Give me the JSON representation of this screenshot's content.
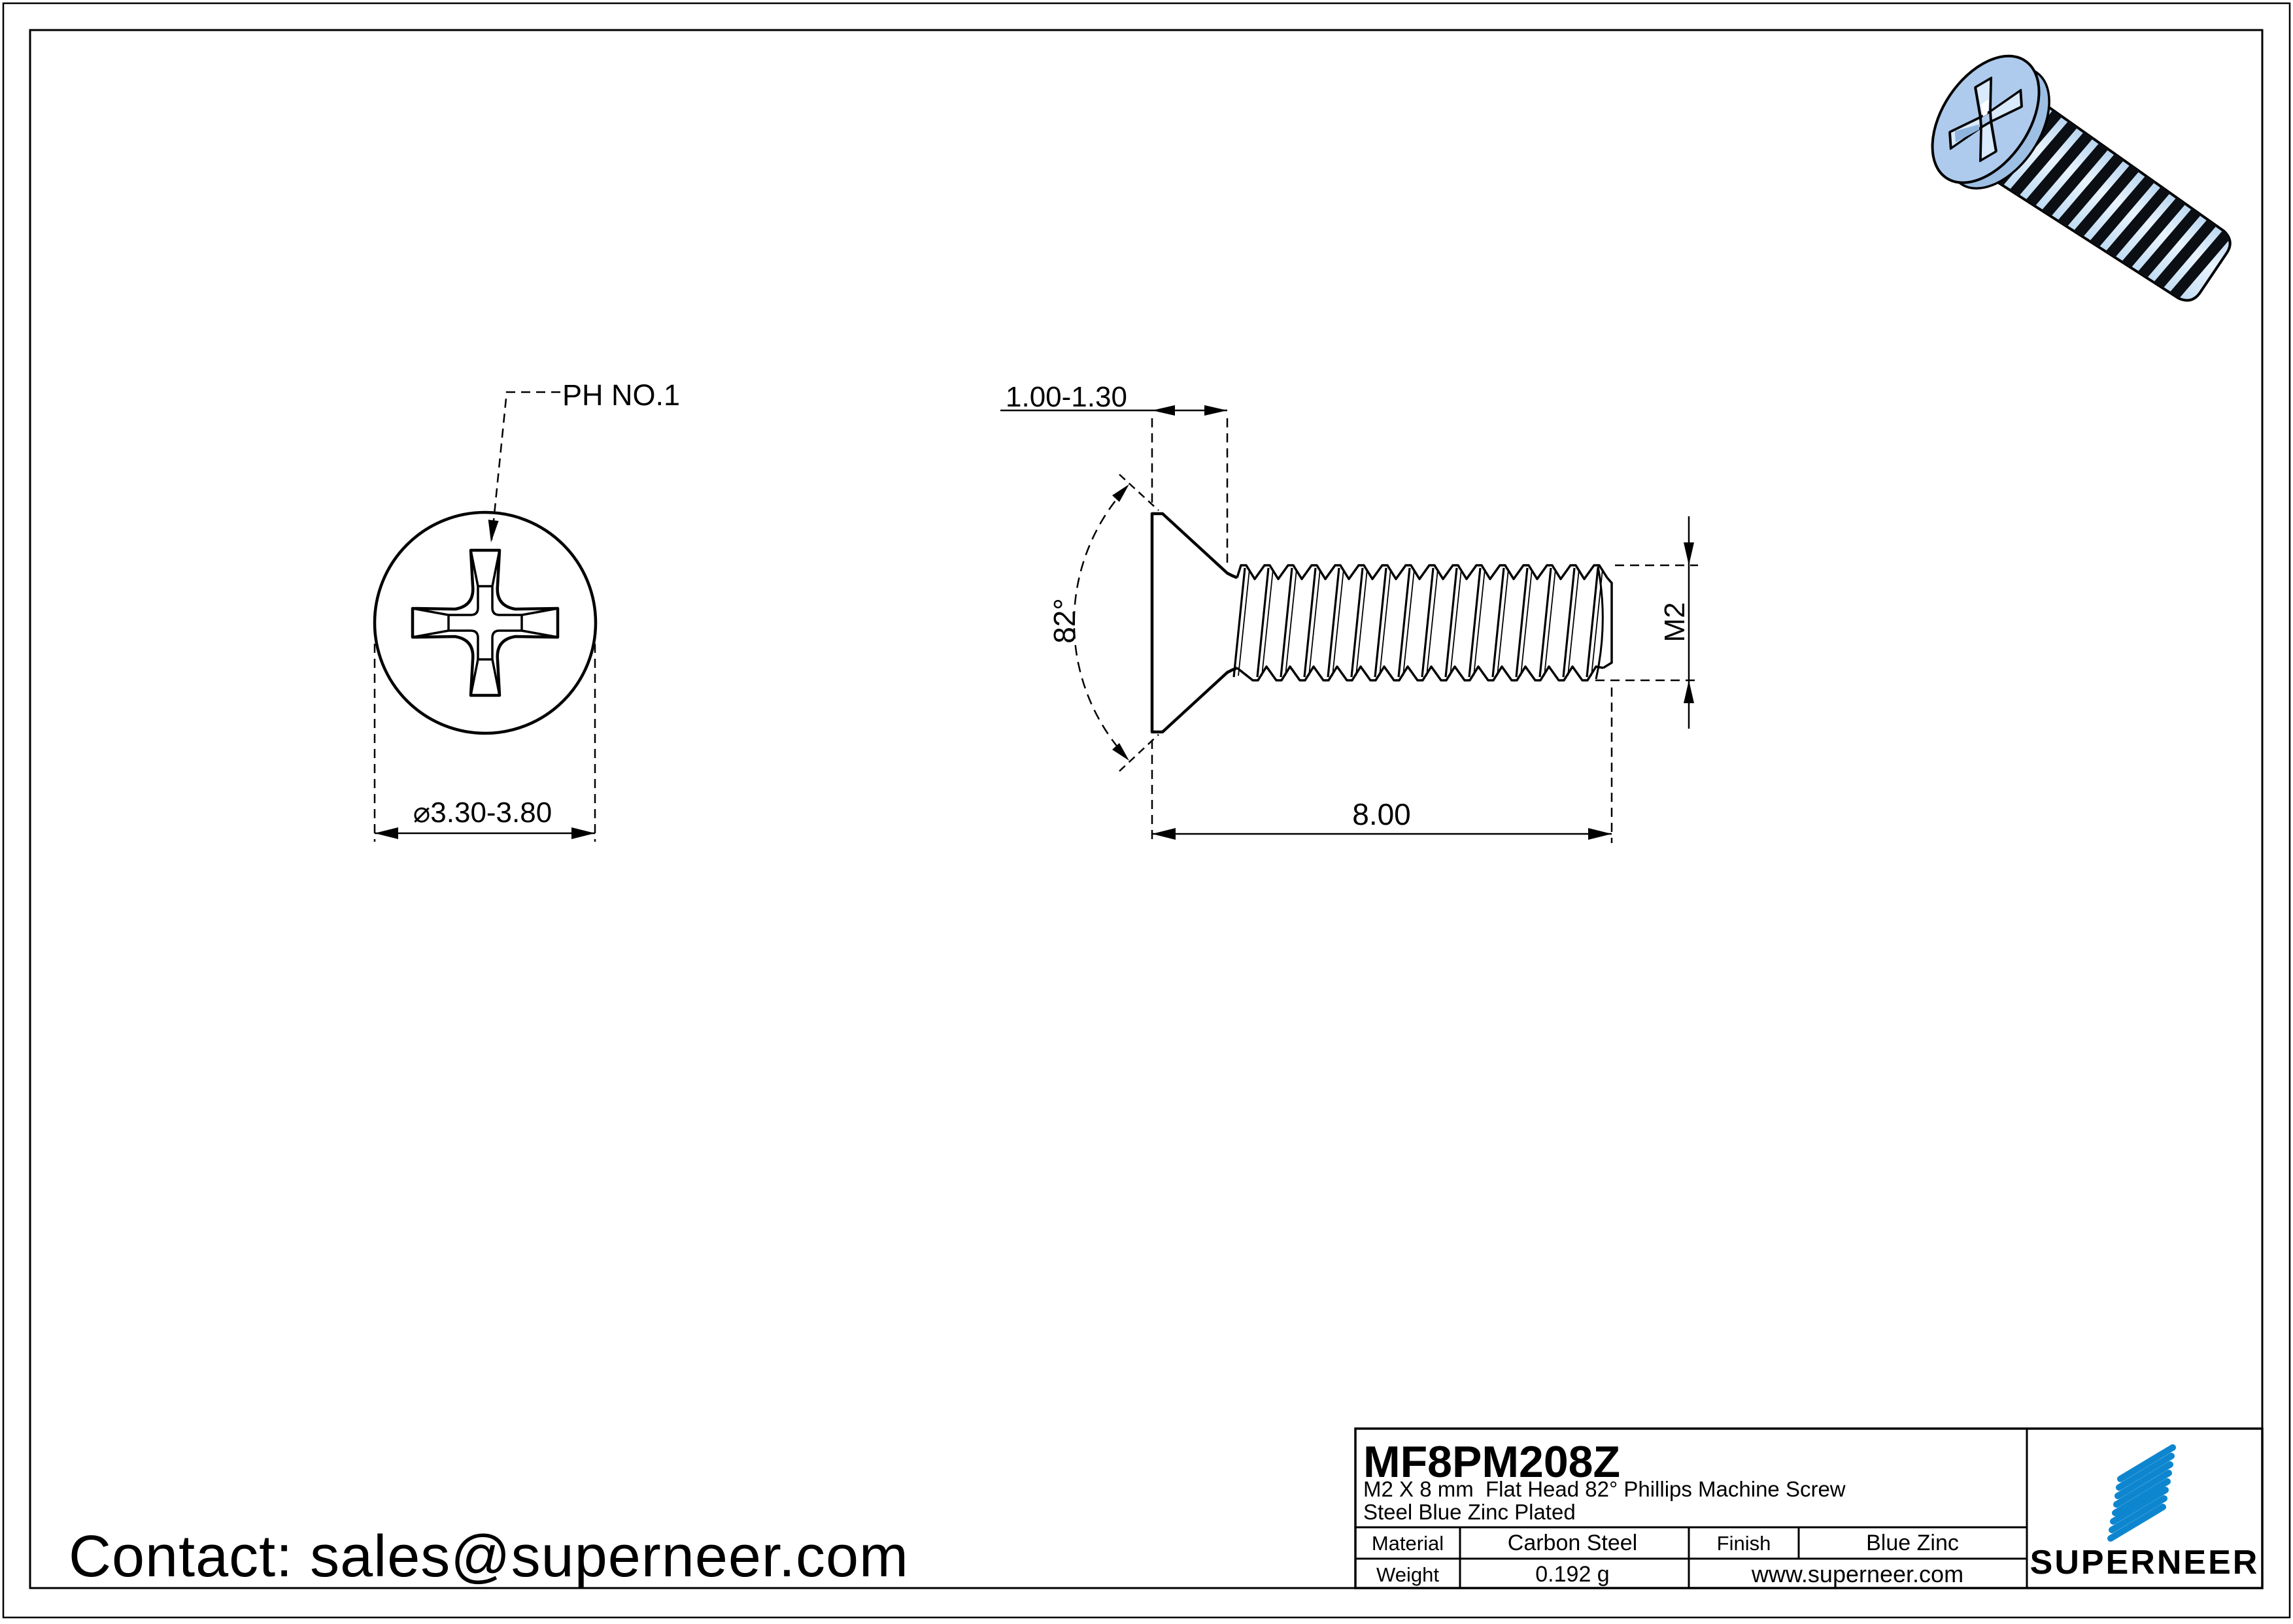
{
  "drawing": {
    "front_view": {
      "recess_label": "PH NO.1",
      "diameter_dim": "⌀3.30-3.80"
    },
    "side_view": {
      "head_height_dim": "1.00-1.30",
      "angle_dim": "82°",
      "length_dim": "8.00",
      "thread_dim": "M2"
    }
  },
  "contact": {
    "label": "Contact: sales@superneer.com"
  },
  "title_block": {
    "part_number": "MF8PM208Z",
    "description_line1": "M2 X 8 mm  Flat Head 82° Phillips Machine Screw",
    "description_line2": "Steel Blue Zinc Plated",
    "material_label": "Material",
    "material_value": "Carbon Steel",
    "finish_label": "Finish",
    "finish_value": "Blue Zinc",
    "weight_label": "Weight",
    "weight_value": "0.192 g",
    "website": "www.superneer.com",
    "brand": "SUPERNEER"
  },
  "colors": {
    "line": "#000000",
    "brand_blue": "#0e86cf",
    "screw_head_blue": "#aecbed",
    "screw_shank_blue": "#cfe4f7",
    "screw_highlight": "#e9f4fd",
    "thread_stripe_dark": "#0b0e12"
  }
}
